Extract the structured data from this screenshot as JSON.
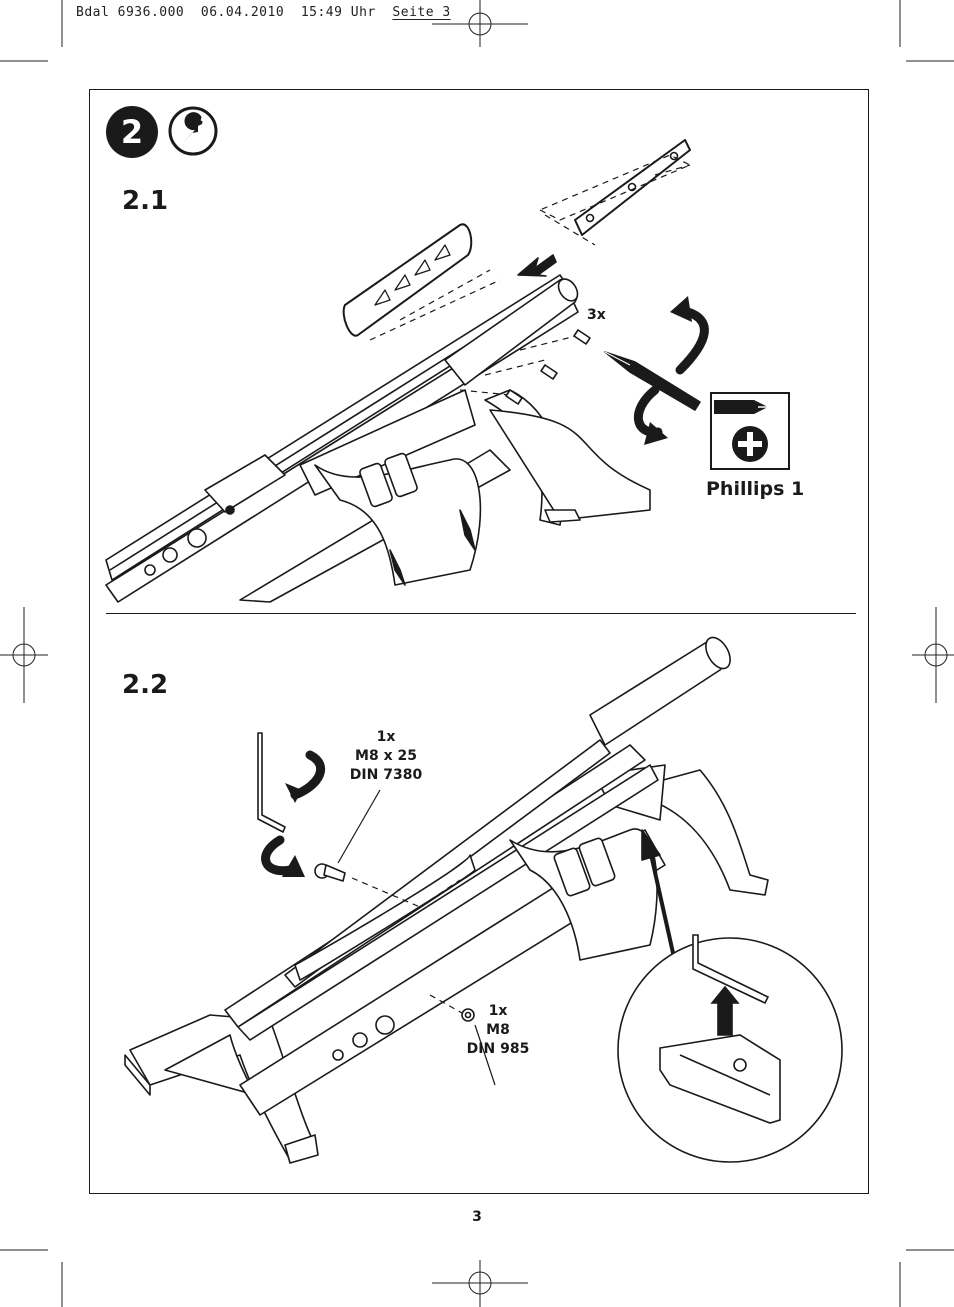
{
  "print_header": {
    "text": "Bdal 6936.000  06.04.2010  15:49 Uhr  ",
    "seite": "Seite 3"
  },
  "step": {
    "number": "2",
    "icon": "wrench-icon"
  },
  "sections": [
    {
      "label": "2.1"
    },
    {
      "label": "2.2"
    }
  ],
  "section_2_1": {
    "screw_qty": "3x",
    "tool_label": "Phillips 1",
    "tool_icon": "phillips-screwdriver-icon"
  },
  "section_2_2": {
    "bolt_callout": [
      "1x",
      "M8 x 25",
      "DIN 7380"
    ],
    "nut_callout": [
      "1x",
      "M8",
      "DIN 985"
    ],
    "tool_icon": "hex-key-icon"
  },
  "page_number": "3"
}
